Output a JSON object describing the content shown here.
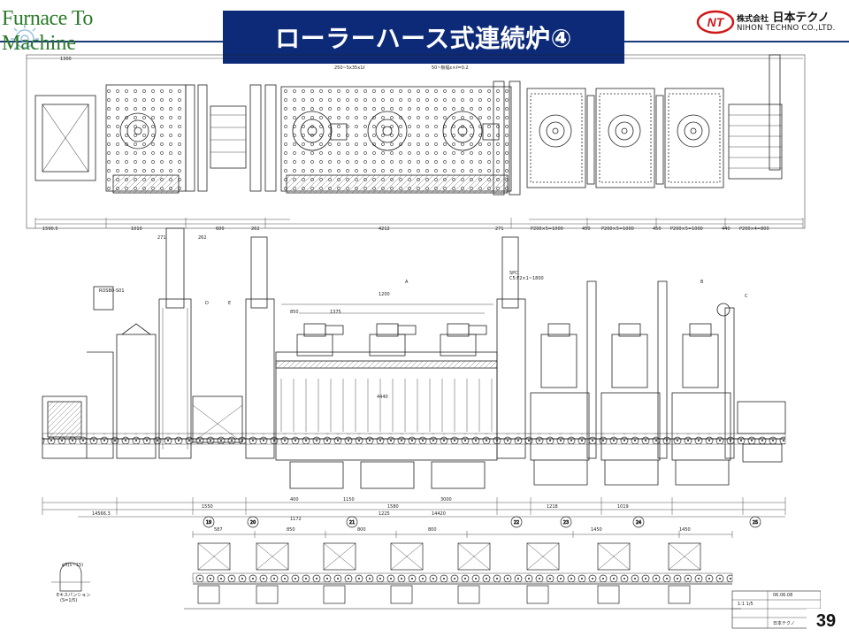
{
  "header": {
    "logo_line1": "Furnace To",
    "logo_line2": "Machine",
    "title": "ローラーハース式連続炉④",
    "company_jp_prefix": "株式会社",
    "company_jp_name": "日本テクノ",
    "company_en": "NIHON TECHNO CO.,LTD.",
    "page_number": "39"
  },
  "drawing": {
    "plan_dims": [
      "1300",
      "4212",
      "1590.5",
      "1010",
      "271",
      "262",
      "600",
      "262",
      "271",
      "P200×5=1000",
      "450",
      "P200×5=1000",
      "450",
      "P200×5=1000",
      "440",
      "P200×4=800"
    ],
    "plan_notes": [
      "250~5x35x1ℓ",
      "50~板幅ε×ℓ=0.2"
    ],
    "section_notes": [
      "ROSB0-S01",
      "SPC",
      "C5:F2×1~1800",
      "1200",
      "1375",
      "850",
      "4440",
      "400",
      "1150",
      "1580",
      "3000",
      "1225",
      "14420",
      "14566.3",
      "1550",
      "1218",
      "1019",
      "1172"
    ],
    "section_letters": [
      "A",
      "B",
      "C",
      "D",
      "E"
    ],
    "bubble_labels": [
      "19",
      "20",
      "21",
      "22",
      "23",
      "24",
      "25"
    ],
    "detail_dims": [
      "587",
      "850",
      "800",
      "800",
      "1450",
      "1450"
    ],
    "small_notes": [
      "φ5(5~15)",
      "Eキスパンション",
      "(S=1/5)",
      "1:1 1/5",
      "06.06.08",
      "日本テクノ"
    ]
  },
  "colors": {
    "title_bg": "#0c2a78",
    "logo_green": "#2c7a2c",
    "line": "#1a3a7a",
    "brand_red": "#d01818"
  }
}
